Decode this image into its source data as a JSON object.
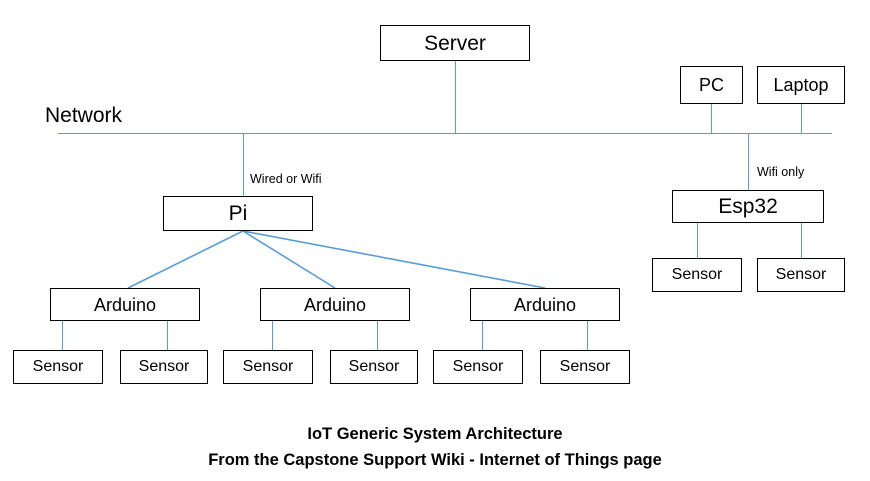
{
  "diagram": {
    "title": "IoT Generic System Architecture",
    "colors": {
      "box_border": "#000000",
      "connector": "#5b9bd5",
      "background": "#ffffff",
      "text": "#000000"
    },
    "network_bus_label": "Network",
    "link_labels": {
      "pi_uplink": "Wired or Wifi",
      "esp32_uplink": "Wifi only"
    },
    "nodes": {
      "server": "Server",
      "pc": "PC",
      "laptop": "Laptop",
      "pi": "Pi",
      "esp32": "Esp32",
      "arduino_1": "Arduino",
      "arduino_2": "Arduino",
      "arduino_3": "Arduino",
      "sensor_a1_1": "Sensor",
      "sensor_a1_2": "Sensor",
      "sensor_a2_1": "Sensor",
      "sensor_a2_2": "Sensor",
      "sensor_a3_1": "Sensor",
      "sensor_a3_2": "Sensor",
      "sensor_esp_1": "Sensor",
      "sensor_esp_2": "Sensor"
    }
  },
  "caption": {
    "line1": "IoT Generic System Architecture",
    "line2": "From the Capstone Support Wiki - Internet of Things page"
  }
}
